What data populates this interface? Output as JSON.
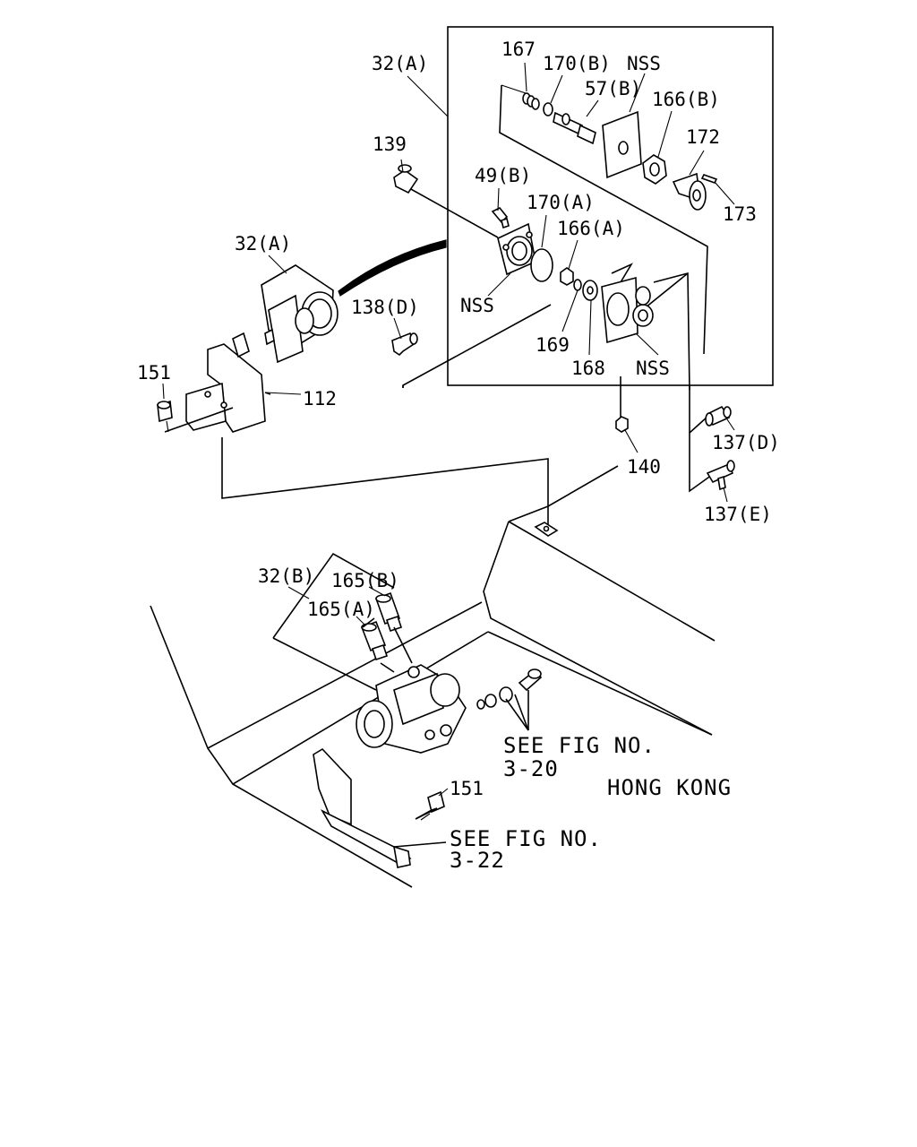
{
  "labels": {
    "l_32a_top": "32(A)",
    "l_167": "167",
    "l_170b": "170(B)",
    "l_nss_top": "NSS",
    "l_57b": "57(B)",
    "l_166b": "166(B)",
    "l_172": "172",
    "l_173": "173",
    "l_139": "139",
    "l_49b": "49(B)",
    "l_170a": "170(A)",
    "l_166a": "166(A)",
    "l_32a_left": "32(A)",
    "l_nss_left": "NSS",
    "l_138d": "138(D)",
    "l_169": "169",
    "l_168": "168",
    "l_nss_right": "NSS",
    "l_151_top": "151",
    "l_112": "112",
    "l_137d": "137(D)",
    "l_140": "140",
    "l_137e": "137(E)",
    "l_32b": "32(B)",
    "l_165b": "165(B)",
    "l_165a": "165(A)",
    "l_151_bottom": "151"
  },
  "notes": {
    "see_fig_320_line1": "SEE FIG NO.",
    "see_fig_320_line2": "3-20",
    "region": "HONG KONG",
    "see_fig_322_line1": "SEE FIG NO.",
    "see_fig_322_line2": "3-22"
  }
}
